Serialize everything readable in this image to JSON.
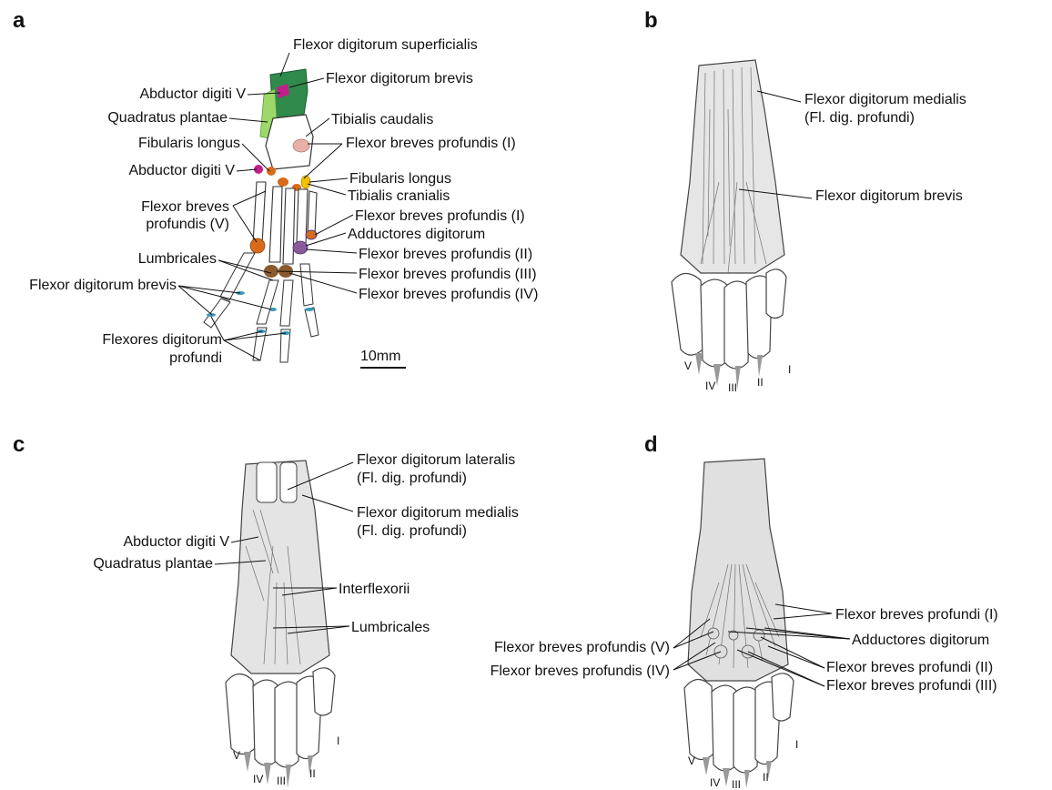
{
  "colors": {
    "flexor_digitorum_brevis": "#2f8a4c",
    "quadratus_plantae": "#9ed86a",
    "abductor_digiti_v": "#c0208a",
    "tibialis_caudalis": "#e8b0a8",
    "fibularis_longus": "#f2c200",
    "flexor_breves_orange": "#d86b1a",
    "flexor_breves_brown": "#8a5a2e",
    "adductores": "#6a5a9a",
    "flexores_profundi": "#3a9ab8"
  },
  "panels": {
    "a": {
      "letter": "a",
      "scale_bar": "10mm",
      "labels": {
        "fds": "Flexor digitorum superficialis",
        "fdb_top": "Flexor digitorum brevis",
        "abd5_top": "Abductor digiti V",
        "quad": "Quadratus plantae",
        "tib_caud": "Tibialis caudalis",
        "fib_long_l": "Fibularis longus",
        "fbp_i_top": "Flexor breves profundis (I)",
        "abd5_mid": "Abductor digiti V",
        "fib_long_r": "Fibularis longus",
        "tib_cran": "Tibialis cranialis",
        "fbp_v_1": "Flexor breves",
        "fbp_v_2": "profundis (V)",
        "fbp_i_mid": "Flexor breves profundis (I)",
        "add_dig": "Adductores digitorum",
        "lumb": "Lumbricales",
        "fbp_ii": "Flexor breves profundis (II)",
        "fbp_iii": "Flexor breves profundis (III)",
        "fdb_low": "Flexor digitorum brevis",
        "fbp_iv": "Flexor breves profundis (IV)",
        "fdp_1": "Flexores digitorum",
        "fdp_2": "profundi"
      }
    },
    "b": {
      "letter": "b",
      "labels": {
        "fdm_1": "Flexor digitorum medialis",
        "fdm_2": "(Fl. dig. profundi)",
        "fdb": "Flexor digitorum brevis"
      },
      "digits": [
        "V",
        "IV",
        "III",
        "II",
        "I"
      ]
    },
    "c": {
      "letter": "c",
      "labels": {
        "fdl_1": "Flexor digitorum lateralis",
        "fdl_2": "(Fl. dig. profundi)",
        "fdm_1": "Flexor digitorum medialis",
        "fdm_2": "(Fl. dig. profundi)",
        "abd5": "Abductor digiti V",
        "quad": "Quadratus plantae",
        "interflex": "Interflexorii",
        "lumb": "Lumbricales"
      },
      "digits": [
        "V",
        "IV",
        "III",
        "II",
        "I"
      ]
    },
    "d": {
      "letter": "d",
      "labels": {
        "fbp_i": "Flexor breves profundi (I)",
        "add_dig": "Adductores digitorum",
        "fbp_v": "Flexor breves profundis (V)",
        "fbp_ii": "Flexor breves profundi (II)",
        "fbp_iv": "Flexor breves profundis (IV)",
        "fbp_iii": "Flexor breves profundi (III)"
      },
      "digits": [
        "V",
        "IV",
        "III",
        "II",
        "I"
      ]
    }
  }
}
